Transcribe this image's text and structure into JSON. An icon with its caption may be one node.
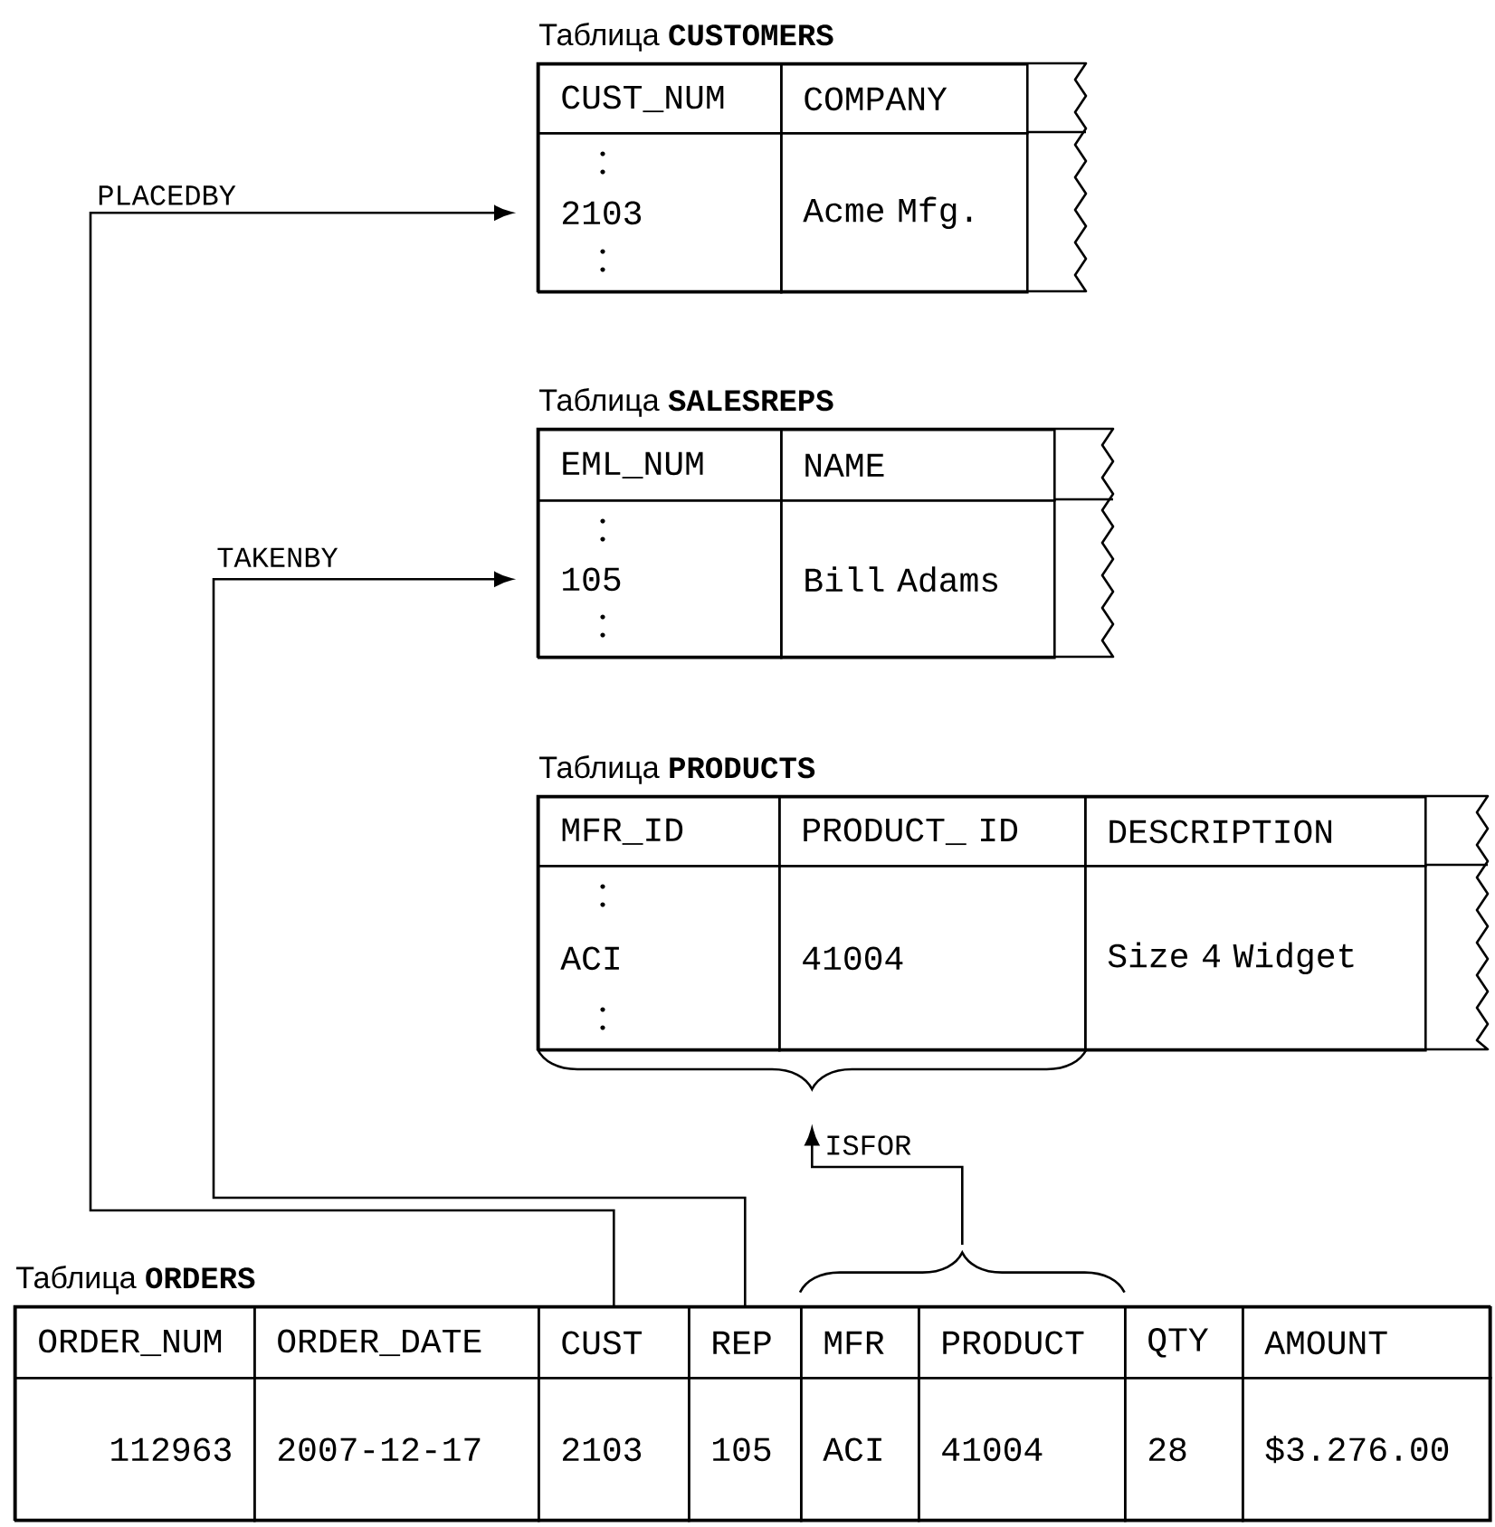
{
  "diagram": {
    "nodes": [
      {
        "text": [
          "Таблица **CUSTOMERS**"
        ]
      },
      {
        "text": [
          "CUST_NUM"
        ],
        "in": 0
      },
      {
        "text": [
          "COMPANY"
        ],
        "in": 0
      },
      {
        "text": [
          "2103"
        ],
        "in": 0
      },
      {
        "text": [
          "Acme Mfg."
        ],
        "in": 0
      },
      {
        "text": [
          "Таблица **SALESREPS**"
        ]
      },
      {
        "text": [
          "EML_NUM"
        ],
        "in": 5
      },
      {
        "text": [
          "NAME"
        ],
        "in": 5
      },
      {
        "text": [
          "105"
        ],
        "in": 5
      },
      {
        "text": [
          "Bill Adams"
        ],
        "in": 5
      },
      {
        "text": [
          "Таблица **PRODUCTS**"
        ]
      },
      {
        "text": [
          "MFR_ID"
        ],
        "in": 10
      },
      {
        "text": [
          "PRODUCT_ ID"
        ],
        "in": 10
      },
      {
        "text": [
          "DESCRIPTION"
        ],
        "in": 10
      },
      {
        "text": [
          "ACI"
        ],
        "in": 10
      },
      {
        "text": [
          "41004"
        ],
        "in": 10
      },
      {
        "text": [
          "Size 4 Widget"
        ],
        "in": 10
      },
      {
        "text": [
          "Таблица **ORDERS**"
        ]
      },
      {
        "text": [
          "ORDER_NUM"
        ],
        "in": 17
      },
      {
        "text": [
          "ORDER_DATE"
        ],
        "in": 17
      },
      {
        "text": [
          "CUST"
        ],
        "in": 17
      },
      {
        "text": [
          "REP"
        ],
        "in": 17
      },
      {
        "text": [
          "MFR"
        ],
        "in": 17
      },
      {
        "text": [
          "PRODUCT"
        ],
        "in": 17
      },
      {
        "text": [
          "QTY"
        ],
        "in": 17
      },
      {
        "text": [
          "AMOUNT"
        ],
        "in": 17
      },
      {
        "text": [
          "112963"
        ],
        "in": 17
      },
      {
        "text": [
          "2007-12-17"
        ],
        "in": 17
      },
      {
        "text": [
          "2103"
        ],
        "in": 17
      },
      {
        "text": [
          "105"
        ],
        "in": 17
      },
      {
        "text": [
          "ACI"
        ],
        "in": 17
      },
      {
        "text": [
          "41004"
        ],
        "in": 17
      },
      {
        "text": [
          "28"
        ],
        "in": 17
      },
      {
        "text": [
          "$3.276.00"
        ],
        "in": 17
      },
      {
        "text": [],
        "shape": "brace"
      },
      {
        "text": [],
        "shape": "brace"
      }
    ],
    "edges": [
      {
        "from": 20,
        "to": 3,
        "arrow": "to",
        "label": "PLACEDBY"
      },
      {
        "from": 21,
        "to": 8,
        "arrow": "to",
        "label": "TAKENBY"
      },
      {
        "from": 35,
        "to": 34,
        "arrow": "to",
        "label": "ISFOR"
      }
    ]
  }
}
